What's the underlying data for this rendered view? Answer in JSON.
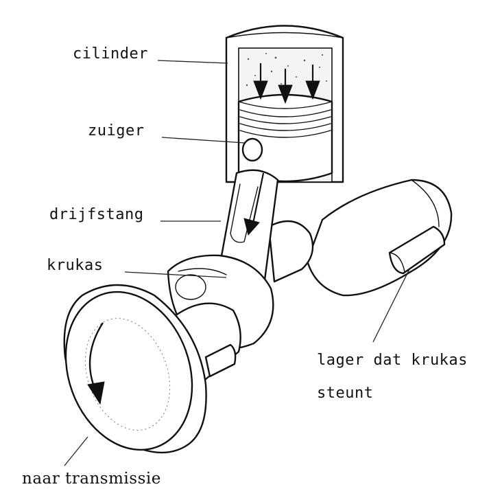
{
  "labels": {
    "cilinder": "cilinder",
    "zuiger": "zuiger",
    "drijfstang": "drijfstang",
    "krukas": "krukas",
    "lager_line1": "lager dat krukas",
    "lager_line2": "steunt",
    "naar_transmissie": "naar transmissie"
  },
  "colors": {
    "ink": "#111111",
    "background": "#ffffff"
  }
}
